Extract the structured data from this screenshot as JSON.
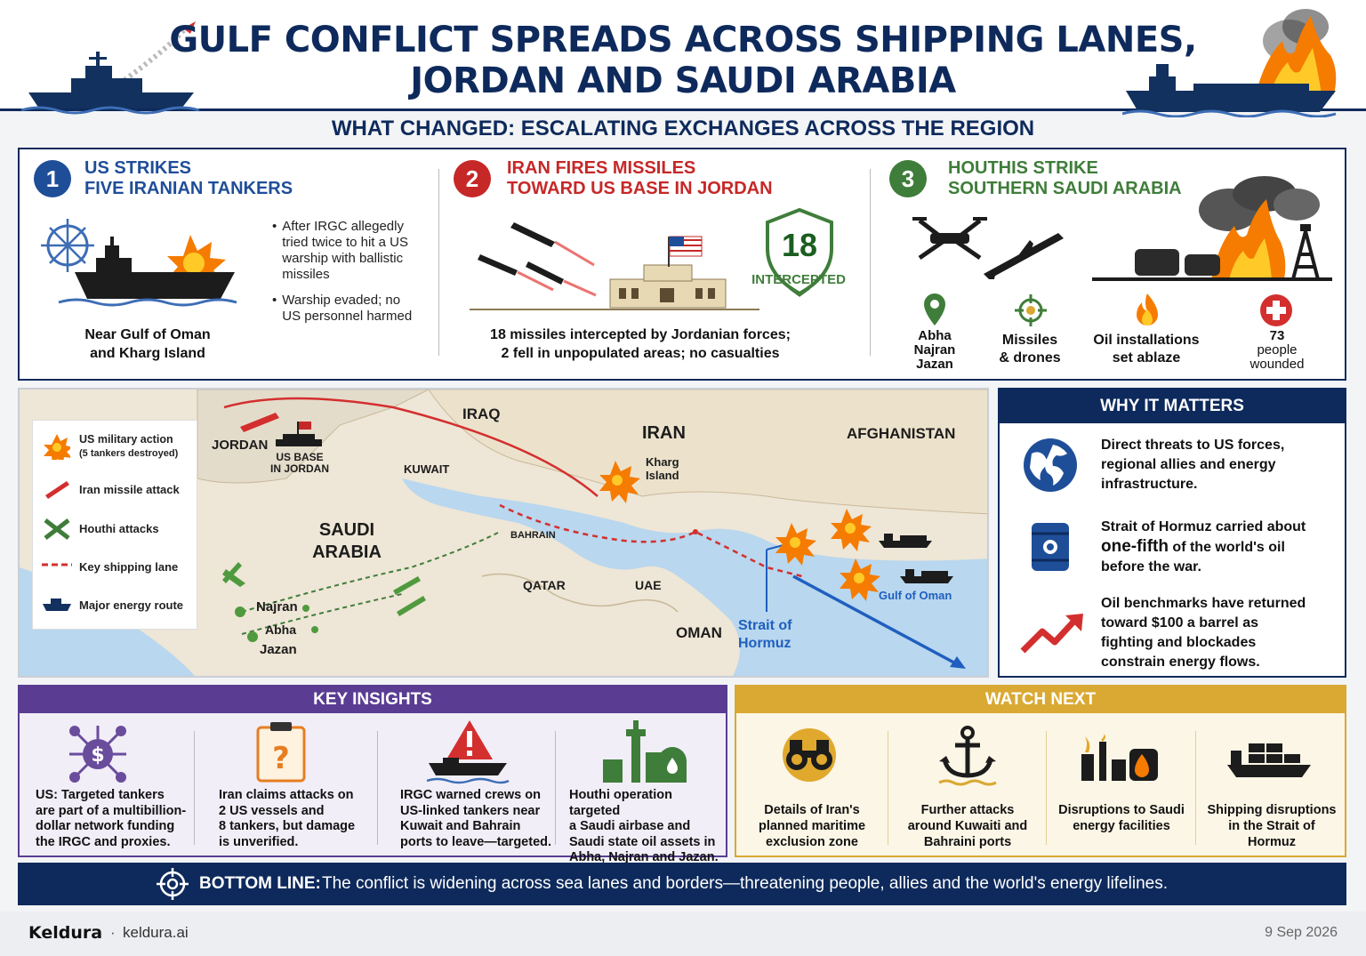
{
  "header": {
    "title_line1": "GULF CONFLICT SPREADS ACROSS SHIPPING LANES,",
    "title_line2": "JORDAN AND SAUDI ARABIA",
    "subtitle": "WHAT CHANGED: ESCALATING EXCHANGES ACROSS THE REGION"
  },
  "sections": [
    {
      "num": "1",
      "title_line1": "US STRIKES",
      "title_line2": "FIVE IRANIAN TANKERS",
      "color": "#1f4e99",
      "bullets": [
        "After IRGC allegedly tried twice to hit a US warship with ballistic missiles",
        "Warship evaded; no US personnel harmed"
      ],
      "caption_line1": "Near Gulf of Oman",
      "caption_line2": "and Kharg Island"
    },
    {
      "num": "2",
      "title_line1": "IRAN FIRES MISSILES",
      "title_line2": "TOWARD US BASE IN JORDAN",
      "color": "#c62828",
      "badge_number": "18",
      "badge_label": "INTERCEPTED",
      "caption_line1": "18 missiles intercepted by Jordanian forces;",
      "caption_line2": "2 fell in unpopulated areas; no casualties"
    },
    {
      "num": "3",
      "title_line1": "HOUTHIS STRIKE",
      "title_line2": "SOUTHERN SAUDI ARABIA",
      "color": "#3f7d3a",
      "stats": [
        {
          "icon": "map-pin-icon",
          "lines": [
            "Abha",
            "Najran",
            "Jazan"
          ]
        },
        {
          "icon": "crosshair-icon",
          "lines": [
            "Missiles",
            "& drones"
          ]
        },
        {
          "icon": "flame-icon",
          "lines": [
            "Oil installations",
            "set ablaze"
          ]
        },
        {
          "icon": "medical-cross-icon",
          "lines": [
            "73",
            "people",
            "wounded"
          ]
        }
      ]
    }
  ],
  "map": {
    "legend": [
      {
        "icon": "explosion-icon",
        "label": "US military action",
        "sub": "(5 tankers destroyed)"
      },
      {
        "icon": "missile-icon",
        "label": "Iran missile attack"
      },
      {
        "icon": "drone-icon",
        "label": "Houthi attacks"
      },
      {
        "icon": "dashed-line-icon",
        "label": "Key shipping lane"
      },
      {
        "icon": "ship-icon",
        "label": "Major energy route"
      }
    ],
    "labels": {
      "iraq": "IRAQ",
      "iran": "IRAN",
      "afghanistan": "AFGHANISTAN",
      "jordan": "JORDAN",
      "us_base_1": "US BASE",
      "us_base_2": "IN JORDAN",
      "kuwait": "KUWAIT",
      "kharg_1": "Kharg",
      "kharg_2": "Island",
      "saudi_1": "SAUDI",
      "saudi_2": "ARABIA",
      "bahrain": "BAHRAIN",
      "qatar": "QATAR",
      "uae": "UAE",
      "oman": "OMAN",
      "hormuz_1": "Strait of",
      "hormuz_2": "Hormuz",
      "gulf_oman": "Gulf of Oman",
      "najran": "Najran",
      "abha": "Abha",
      "jazan": "Jazan"
    }
  },
  "why": {
    "header": "WHY IT MATTERS",
    "items": [
      {
        "icon": "globe-icon",
        "lines": [
          "Direct threats to US forces,",
          "regional allies and energy",
          "infrastructure."
        ]
      },
      {
        "icon": "oil-barrel-icon",
        "line1": "Strait of Hormuz carried about",
        "emph": "one-fifth",
        "rest": " of the world's oil",
        "line3": "before the war."
      },
      {
        "icon": "trend-up-icon",
        "lines": [
          "Oil benchmarks have returned",
          "toward $100 a barrel as",
          "fighting and blockades",
          "constrain energy flows."
        ]
      }
    ]
  },
  "insights": {
    "header": "KEY INSIGHTS",
    "items": [
      {
        "icon": "money-network-icon",
        "lines": [
          "US: Targeted tankers",
          "are part of a multibillion-",
          "dollar network funding",
          "the IRGC and proxies."
        ]
      },
      {
        "icon": "question-clipboard-icon",
        "lines": [
          "Iran claims attacks on",
          "2 US vessels and",
          "8 tankers, but damage",
          "is unverified."
        ]
      },
      {
        "icon": "warning-ship-icon",
        "lines": [
          "IRGC warned crews on",
          "US-linked tankers near",
          "Kuwait and Bahrain",
          "ports to leave—targeted."
        ]
      },
      {
        "icon": "oil-facility-icon",
        "lines": [
          "Houthi operation targeted",
          "a Saudi airbase and",
          "Saudi state oil assets in",
          "Abha, Najran and Jazan."
        ]
      }
    ]
  },
  "watch": {
    "header": "WATCH NEXT",
    "items": [
      {
        "icon": "binoculars-icon",
        "lines": [
          "Details of Iran's",
          "planned maritime",
          "exclusion zone"
        ]
      },
      {
        "icon": "anchor-icon",
        "lines": [
          "Further attacks",
          "around Kuwaiti and",
          "Bahraini ports"
        ]
      },
      {
        "icon": "refinery-fire-icon",
        "lines": [
          "Disruptions to Saudi",
          "energy facilities"
        ]
      },
      {
        "icon": "cargo-ship-icon",
        "lines": [
          "Shipping disruptions",
          "in the Strait of",
          "Hormuz"
        ]
      }
    ]
  },
  "bottom_line": {
    "label": "BOTTOM LINE:",
    "text": "The conflict is widening across sea lanes and borders—threatening people, allies and the world's energy lifelines."
  },
  "footer": {
    "brand": "Keldura",
    "separator": "·",
    "site": "keldura.ai",
    "date": "9 Sep 2026"
  },
  "colors": {
    "navy": "#0e2a5c",
    "red": "#c62828",
    "green": "#3f7d3a",
    "purple": "#5a3d93",
    "gold": "#d9a933"
  }
}
